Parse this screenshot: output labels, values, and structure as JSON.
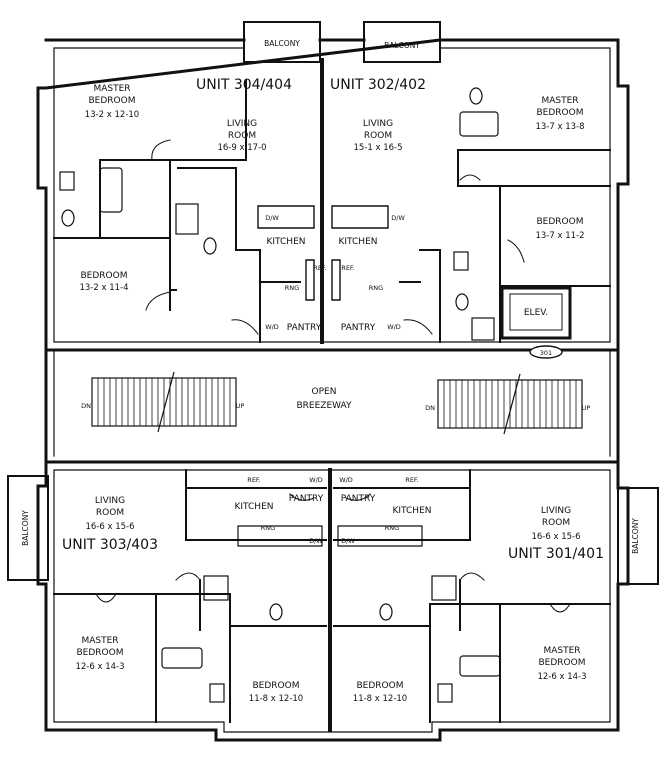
{
  "balconies": {
    "top_left": "BALCONY",
    "top_right": "BALCONY",
    "left": "BALCONY",
    "right": "BALCONY"
  },
  "breezeway": {
    "line1": "OPEN",
    "line2": "BREEZEWAY",
    "stair_down": "DN",
    "stair_up": "UP"
  },
  "unit_304": {
    "title": "UNIT 304/404",
    "master": {
      "name1": "MASTER",
      "name2": "BEDROOM",
      "dims": "13-2 x 12-10"
    },
    "living": {
      "name1": "LIVING",
      "name2": "ROOM",
      "dims": "16-9 x 17-0"
    },
    "bedroom": {
      "name": "BEDROOM",
      "dims": "13-2 x 11-4"
    },
    "kitchen": "KITCHEN",
    "pantry": "PANTRY",
    "wd": "W/D",
    "dw": "D/W",
    "ref": "REF.",
    "rng": "RNG"
  },
  "unit_302": {
    "title": "UNIT 302/402",
    "master": {
      "name1": "MASTER",
      "name2": "BEDROOM",
      "dims": "13-7 x 13-8"
    },
    "living": {
      "name1": "LIVING",
      "name2": "ROOM",
      "dims": "15-1 x 16-5"
    },
    "bedroom": {
      "name": "BEDROOM",
      "dims": "13-7 x 11-2"
    },
    "kitchen": "KITCHEN",
    "pantry": "PANTRY",
    "wd": "W/D",
    "dw": "D/W",
    "ref": "REF.",
    "rng": "RNG",
    "elevator": "ELEV.",
    "elevator_tag": "301"
  },
  "unit_303": {
    "title": "UNIT 303/403",
    "master": {
      "name1": "MASTER",
      "name2": "BEDROOM",
      "dims": "12-6 x 14-3"
    },
    "living": {
      "name1": "LIVING",
      "name2": "ROOM",
      "dims": "16-6 x 15-6"
    },
    "bedroom": {
      "name": "BEDROOM",
      "dims": "11-8 x 12-10"
    },
    "kitchen": "KITCHEN",
    "pantry": "PANTRY",
    "wd": "W/D",
    "dw": "D/W",
    "ref": "REF.",
    "rng": "RNG"
  },
  "unit_301": {
    "title": "UNIT 301/401",
    "master": {
      "name1": "MASTER",
      "name2": "BEDROOM",
      "dims": "12-6 x 14-3"
    },
    "living": {
      "name1": "LIVING",
      "name2": "ROOM",
      "dims": "16-6 x 15-6"
    },
    "bedroom": {
      "name": "BEDROOM",
      "dims": "11-8 x 12-10"
    },
    "kitchen": "KITCHEN",
    "pantry": "PANTRY",
    "wd": "W/D",
    "dw": "D/W",
    "ref": "REF.",
    "rng": "RNG"
  }
}
